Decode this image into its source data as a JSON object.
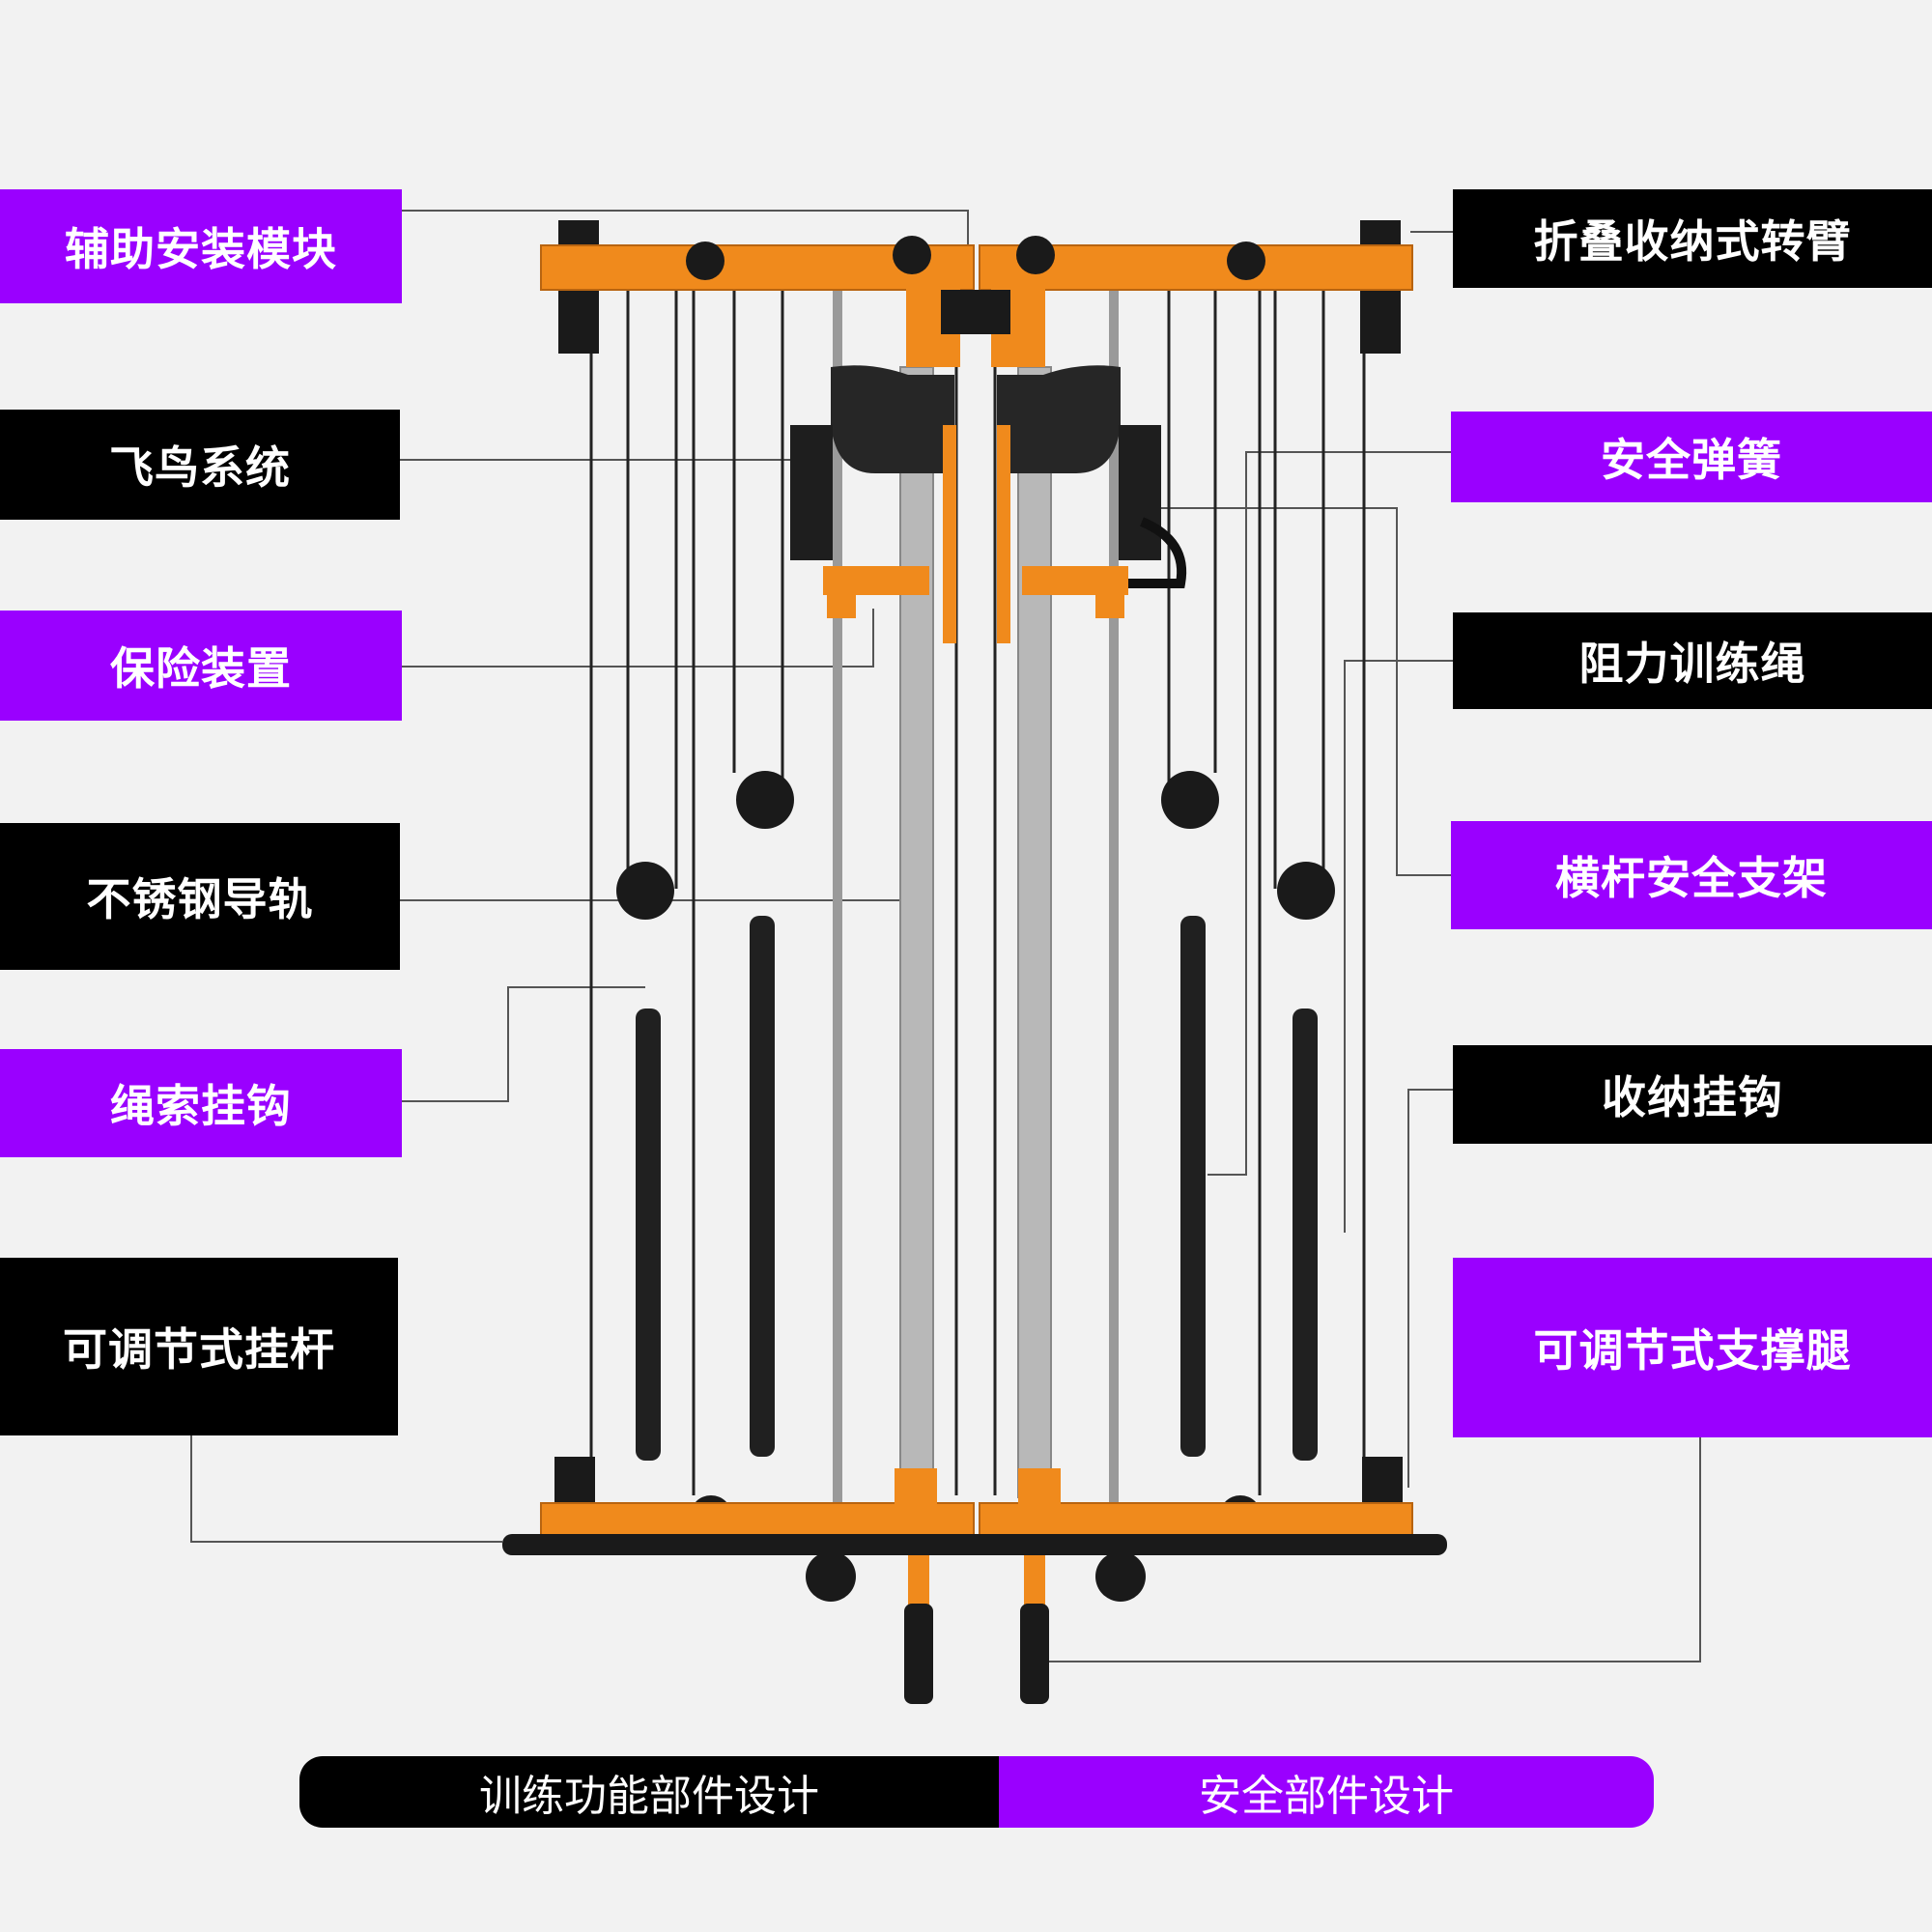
{
  "colors": {
    "purple": "#9a00ff",
    "black": "#000000",
    "frame_orange": "#f08a1c",
    "background": "#f2f2f2"
  },
  "labels": {
    "left": [
      {
        "id": "aux-mount",
        "text": "辅助安装模块",
        "style": "purple"
      },
      {
        "id": "fly-system",
        "text": "飞鸟系统",
        "style": "black"
      },
      {
        "id": "safety-device",
        "text": "保险装置",
        "style": "purple"
      },
      {
        "id": "steel-rail",
        "text": "不锈钢导轨",
        "style": "black"
      },
      {
        "id": "cable-hook",
        "text": "绳索挂钩",
        "style": "purple"
      },
      {
        "id": "adjustable-bar",
        "text": "可调节式挂杆",
        "style": "black"
      }
    ],
    "right": [
      {
        "id": "folding-arm",
        "text": "折叠收纳式转臂",
        "style": "black"
      },
      {
        "id": "safety-spring",
        "text": "安全弹簧",
        "style": "purple"
      },
      {
        "id": "resistance-rope",
        "text": "阻力训练绳",
        "style": "black"
      },
      {
        "id": "bar-safety-rack",
        "text": "横杆安全支架",
        "style": "purple"
      },
      {
        "id": "storage-hook",
        "text": "收纳挂钩",
        "style": "black"
      },
      {
        "id": "support-leg",
        "text": "可调节式支撑腿",
        "style": "purple"
      }
    ]
  },
  "legend": {
    "training": "训练功能部件设计",
    "safety": "安全部件设计"
  }
}
